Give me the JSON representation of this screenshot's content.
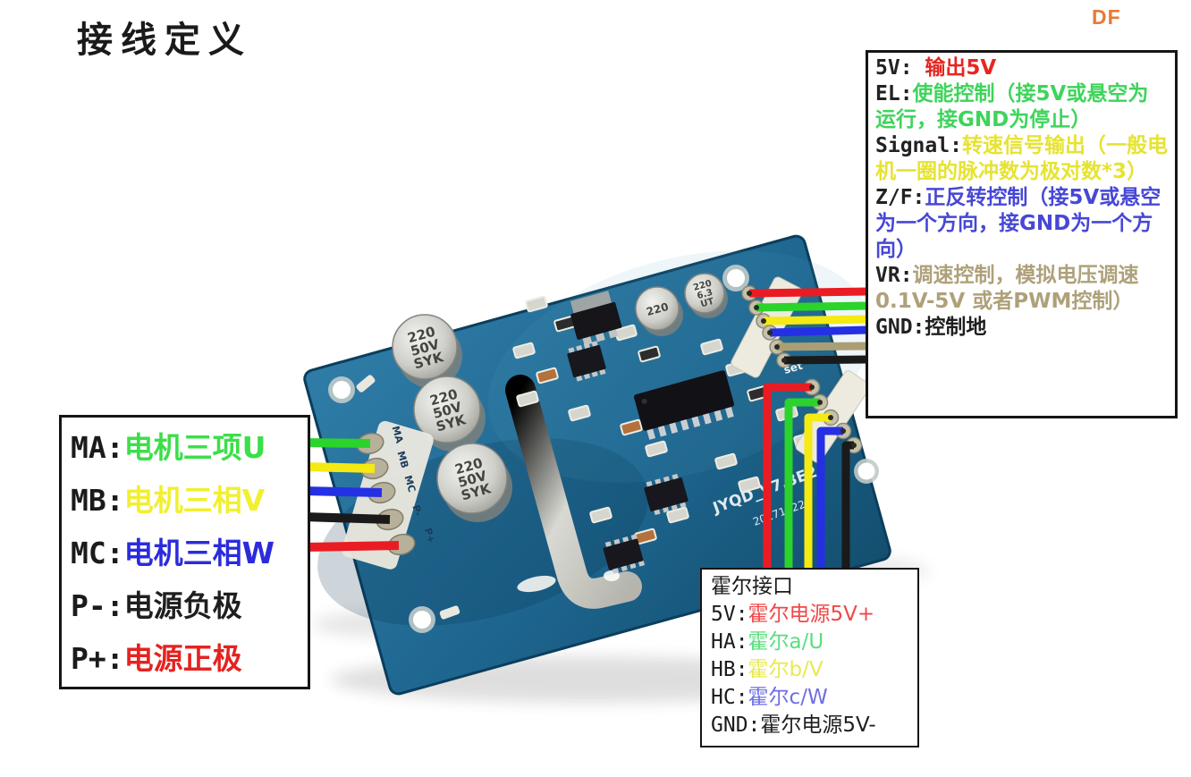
{
  "title": "接线定义",
  "logo": "DF",
  "motor_box": {
    "entries": [
      {
        "label": "MA:",
        "desc": "电机三项U",
        "color": "#3bdf49"
      },
      {
        "label": "MB:",
        "desc": "电机三相V",
        "color": "#f2ef2f"
      },
      {
        "label": "MC:",
        "desc": "电机三相W",
        "color": "#2b2bdc"
      },
      {
        "label": "P-:",
        "desc": "电源负极",
        "color": "#1f1f1f"
      },
      {
        "label": "P+:",
        "desc": "电源正极",
        "color": "#e42320"
      }
    ]
  },
  "control_box": {
    "entries": [
      {
        "label": "5V: ",
        "desc": "输出5V",
        "color": "#e8251f"
      },
      {
        "label": "EL:",
        "desc": "使能控制（接5V或悬空为运行，接GND为停止）",
        "color": "#3ed45b"
      },
      {
        "label": "Signal:",
        "desc": "转速信号输出（一般电机一圈的脉冲数为极对数*3）",
        "color": "#e6e332"
      },
      {
        "label": "Z/F:",
        "desc": "正反转控制（接5V或悬空为一个方向，接GND为一个方向）",
        "color": "#4747d6"
      },
      {
        "label": "VR:",
        "desc": "调速控制，模拟电压调速0.1V-5V 或者PWM控制）",
        "color": "#aea17a"
      },
      {
        "label": "GND:",
        "desc": "控制地",
        "color": "#1f1f1f"
      }
    ]
  },
  "hall_box": {
    "title": "霍尔接口",
    "entries": [
      {
        "label": "5V:",
        "desc": "霍尔电源5V+",
        "color": "#f04848"
      },
      {
        "label": "HA:",
        "desc": "霍尔a/U",
        "color": "#5ade7f"
      },
      {
        "label": "HB:",
        "desc": "霍尔b/V",
        "color": "#e9e94f"
      },
      {
        "label": "HC:",
        "desc": "霍尔c/W",
        "color": "#6f6fe4"
      },
      {
        "label": "GND:",
        "desc": "霍尔电源5V-",
        "color": "#1f1f1f"
      }
    ]
  },
  "board": {
    "silk_model": "JYQD_V7.3E2",
    "silk_date": "20171222",
    "silk_set": "set",
    "pad_labels": [
      "MA",
      "MB",
      "MC",
      "P-",
      "P+"
    ],
    "cap_label": [
      "220",
      "50V",
      "SYK"
    ],
    "small_cap_label": [
      "220",
      "6.3",
      "UT"
    ]
  },
  "wires": {
    "motor": [
      {
        "name": "MA",
        "color": "#2bd32b"
      },
      {
        "name": "MB",
        "color": "#f5ea12"
      },
      {
        "name": "MC",
        "color": "#2430e4"
      },
      {
        "name": "P-",
        "color": "#1a1a1a"
      },
      {
        "name": "P+",
        "color": "#ea1c23"
      }
    ],
    "control": [
      {
        "name": "5V",
        "color": "#ea1c23"
      },
      {
        "name": "EL",
        "color": "#2bd32b"
      },
      {
        "name": "Signal",
        "color": "#f5ea12"
      },
      {
        "name": "Z/F",
        "color": "#2430e4"
      },
      {
        "name": "VR",
        "color": "#ab9e74"
      },
      {
        "name": "GND",
        "color": "#1a1a1a"
      }
    ],
    "hall": [
      {
        "name": "5V",
        "color": "#ea1c23"
      },
      {
        "name": "HA",
        "color": "#2bd32b"
      },
      {
        "name": "HB",
        "color": "#f5ea12"
      },
      {
        "name": "HC",
        "color": "#2430e4"
      },
      {
        "name": "GND",
        "color": "#1a1a1a"
      }
    ]
  }
}
